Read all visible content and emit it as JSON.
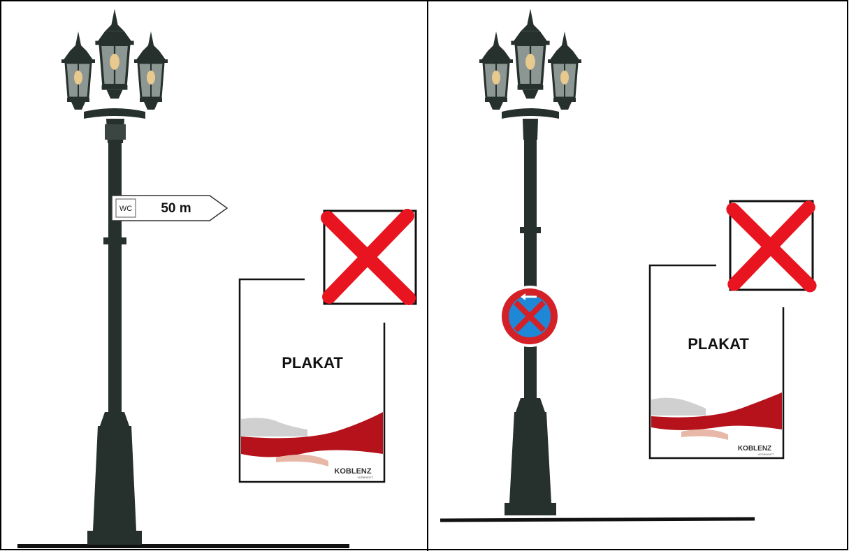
{
  "panels": [
    {
      "sign": {
        "wc_label": "WC",
        "distance": "50 m"
      },
      "poster": {
        "title": "PLAKAT",
        "brand": "KOBLENZ",
        "brand_sub": "VERBINDET."
      }
    },
    {
      "sign": {
        "type": "no-stopping"
      },
      "poster": {
        "title": "PLAKAT",
        "brand": "KOBLENZ",
        "brand_sub": "VERBINDET."
      }
    }
  ],
  "colors": {
    "lamp_post": "#26302d",
    "cross": "#e8141f",
    "poster_wave": "#b5121b",
    "sign_blue": "#1e88d6",
    "sign_red": "#d42027"
  },
  "icons": [
    "lamp-post-icon",
    "red-cross-icon",
    "no-stopping-sign-icon",
    "direction-sign-icon"
  ]
}
